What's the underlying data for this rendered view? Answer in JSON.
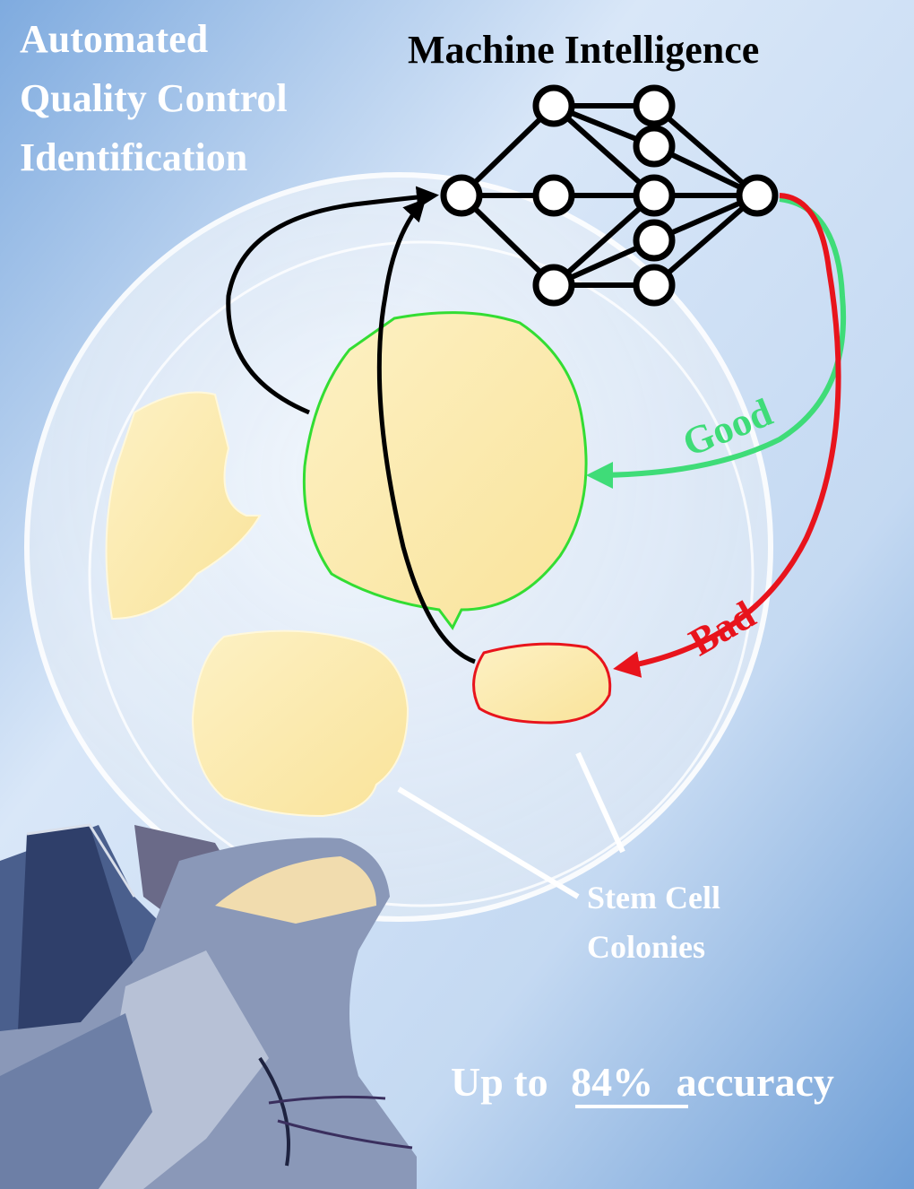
{
  "title_lines": [
    "Automated",
    "Quality Control",
    "Identification"
  ],
  "network_title": "Machine Intelligence",
  "labels": {
    "good": "Good",
    "bad": "Bad",
    "colonies_line1": "Stem Cell",
    "colonies_line2": "Colonies"
  },
  "accuracy": {
    "prefix": "Up to",
    "value": "84%",
    "suffix": "accuracy"
  },
  "colors": {
    "good": "#3fdc78",
    "bad": "#e8141c",
    "colony_fill": "#fbe9a6",
    "background_light": "#e6f0fb",
    "background_dark": "#6e9ed6"
  },
  "icons": [
    "neural-network-icon",
    "petri-dish-icon",
    "gloved-hand-icon"
  ]
}
